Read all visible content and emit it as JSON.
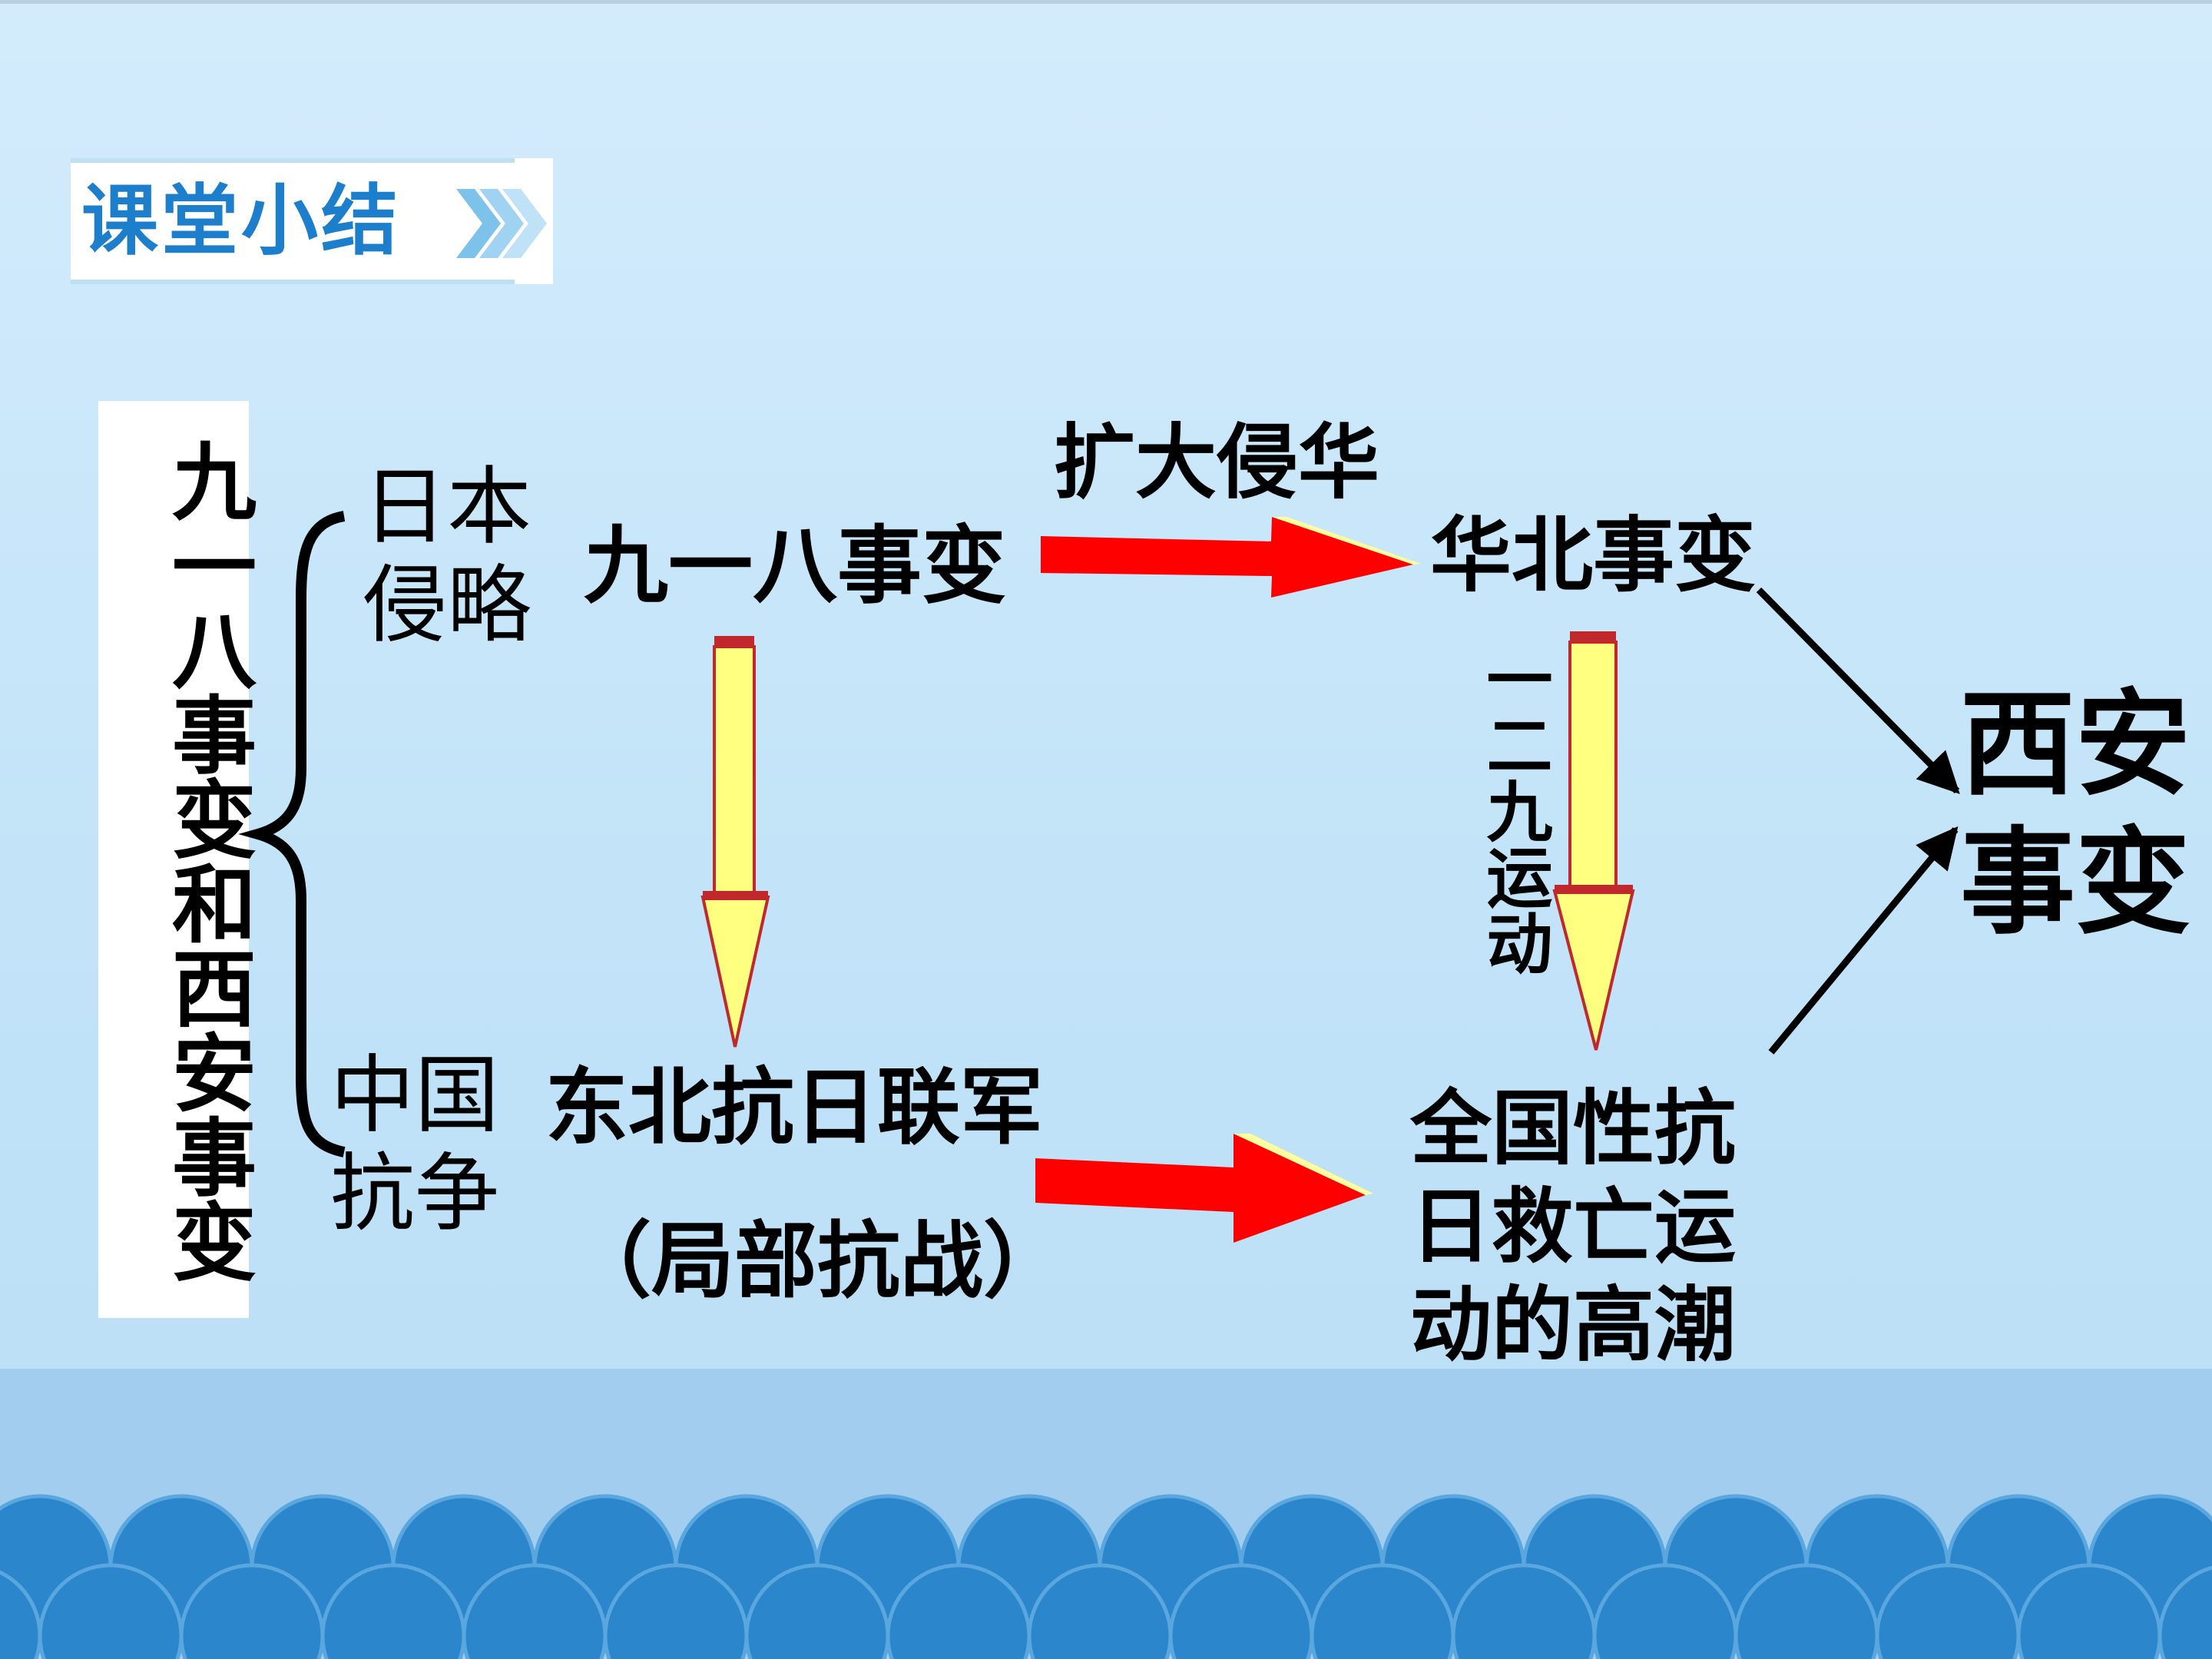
{
  "header": {
    "title": "课堂小结",
    "icon": "double-chevron-right-icon"
  },
  "main_topic": "九一八事变和西安事变",
  "branches": {
    "japan_aggression": "日本侵略",
    "china_resistance": "中国抗争"
  },
  "nodes": {
    "incident_918": "九一八事变",
    "north_china_incident": "华北事变",
    "northeast_army": "东北抗日联军",
    "partial_war": "（局部抗战）",
    "national_movement": "全国性抗日救亡运动的高潮",
    "xian_incident": "西安事变"
  },
  "edge_labels": {
    "expand_invasion": "扩大侵华",
    "dec9_movement": "一二九运动"
  },
  "colors": {
    "title_blue": "#1d7fcb",
    "arrow_red": "#ff0000",
    "arrow_yellow": "#ffff80",
    "arrow_cap": "#c0282b",
    "wave_blue": "#2b86cc",
    "sea_blue": "#a3cdee"
  }
}
